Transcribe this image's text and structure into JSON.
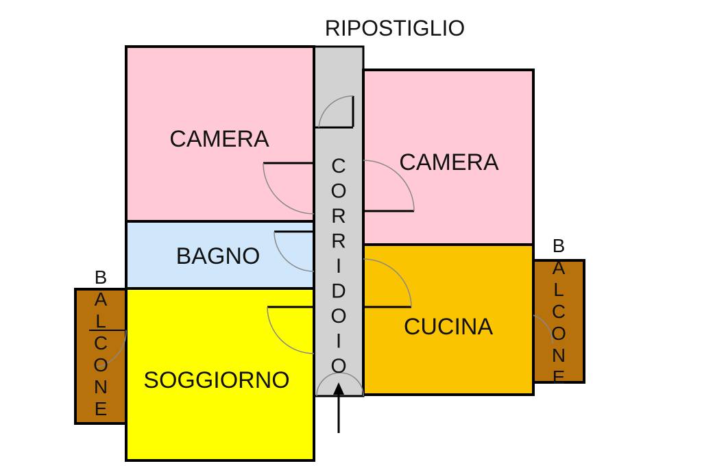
{
  "title": "RIPOSTIGLIO",
  "rooms": {
    "camera_left": "CAMERA",
    "camera_right": "CAMERA",
    "bagno": "BAGNO",
    "soggiorno": "SOGGIORNO",
    "cucina": "CUCINA",
    "corridoio": [
      "C",
      "O",
      "R",
      "R",
      "I",
      "D",
      "O",
      "I",
      "O"
    ],
    "balcone_left": [
      "B",
      "A",
      "L",
      "C",
      "O",
      "N",
      "E"
    ],
    "balcone_right": [
      "B",
      "A",
      "L",
      "C",
      "O",
      "N",
      "E"
    ]
  },
  "colors": {
    "camera": "#ffcad6",
    "bagno": "#cfe6fb",
    "soggiorno": "#ffff00",
    "cucina": "#fbc400",
    "corridoio": "#d2d2d2",
    "balcone": "#b8720c"
  }
}
